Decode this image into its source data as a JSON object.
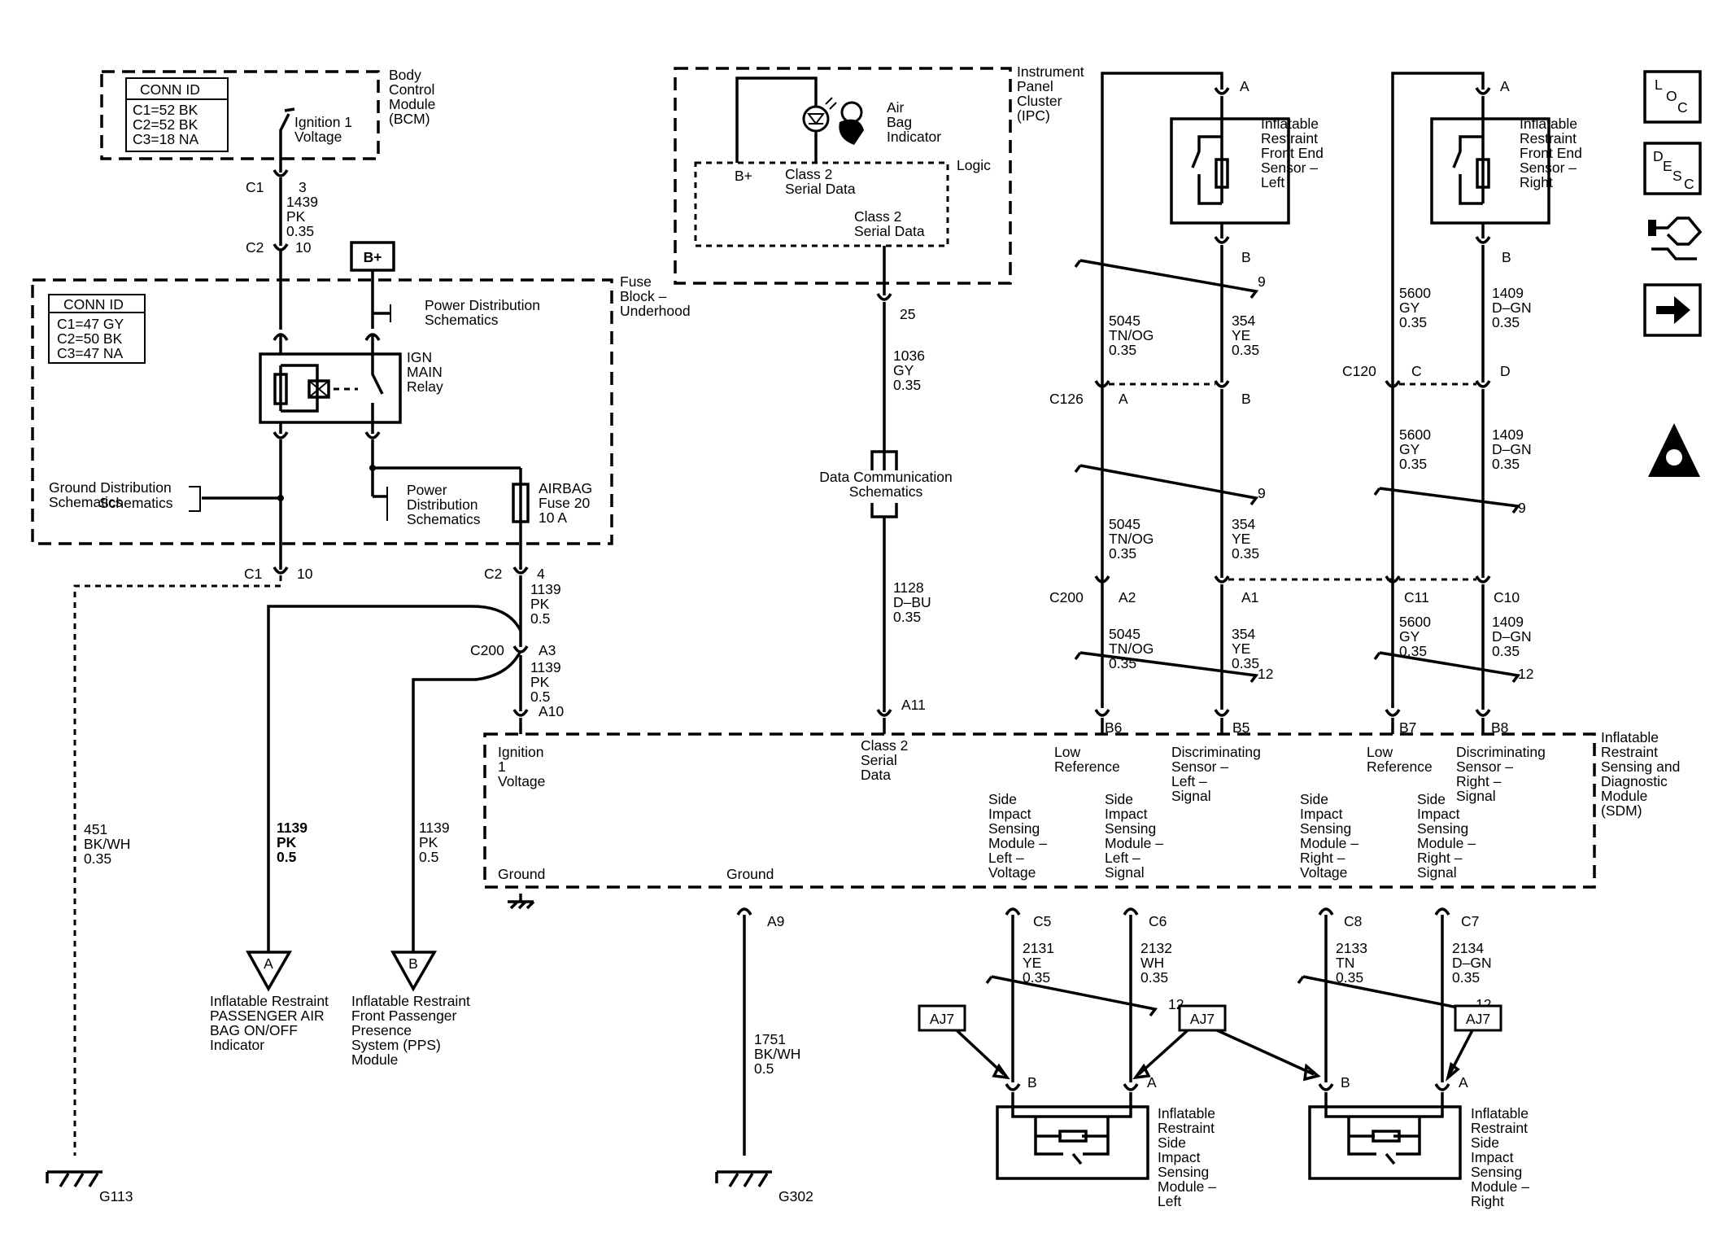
{
  "bcm": {
    "conn_id_title": "CONN ID",
    "conn_ids": [
      "C1=52 BK",
      "C2=52 BK",
      "C3=18 NA"
    ],
    "switch_label": [
      "Ignition 1",
      "Voltage"
    ],
    "module_label": [
      "Body",
      "Control",
      "Module",
      "(BCM)"
    ]
  },
  "bcm_wire": {
    "c1": "C1",
    "c1_pin": "3",
    "circuit": [
      "1439",
      "PK",
      "0.35"
    ],
    "c2": "C2",
    "c2_pin": "10"
  },
  "fuse_block": {
    "label": [
      "Fuse",
      "Block –",
      "Underhood"
    ],
    "conn_id_title": "CONN ID",
    "conn_ids": [
      "C1=47 GY",
      "C2=50 BK",
      "C3=47 NA"
    ],
    "bplus": "B+",
    "power_dist_1": [
      "Power Distribution",
      "Schematics"
    ],
    "relay": [
      "IGN",
      "MAIN",
      "Relay"
    ],
    "ground_dist": [
      "Ground Distribution",
      "Schematics"
    ],
    "power_dist_2": [
      "Power",
      "Distribution",
      "Schematics"
    ],
    "fuse": [
      "AIRBAG",
      "Fuse 20",
      "10 A"
    ],
    "c1": "C1",
    "c1_pin": "10",
    "c2": "C2",
    "c2_pin": "4"
  },
  "left_wires": {
    "f1139_top": [
      "1139",
      "PK",
      "0.5"
    ],
    "c200": "C200",
    "a3": "A3",
    "f1139_mid": [
      "1139",
      "PK",
      "0.5"
    ],
    "a10": "A10",
    "w451": [
      "451",
      "BK/WH",
      "0.35"
    ],
    "w1139_a": [
      "1139",
      "PK",
      "0.5"
    ],
    "w1139_b": [
      "1139",
      "PK",
      "0.5"
    ],
    "cross_a_letter": "A",
    "cross_a_text": [
      "Inflatable Restraint",
      "PASSENGER AIR",
      "BAG ON/OFF",
      "Indicator"
    ],
    "cross_b_letter": "B",
    "cross_b_text": [
      "Inflatable Restraint",
      "Front Passenger",
      "Presence",
      "System (PPS)",
      "Module"
    ],
    "g113": "G113"
  },
  "ipc": {
    "label": [
      "Instrument",
      "Panel",
      "Cluster",
      "(IPC)"
    ],
    "airbag": [
      "Air",
      "Bag",
      "Indicator"
    ],
    "logic": "Logic",
    "bplus": "B+",
    "class2a": [
      "Class 2",
      "Serial Data"
    ],
    "class2b": [
      "Class 2",
      "Serial Data"
    ],
    "pin25": "25",
    "w1036": [
      "1036",
      "GY",
      "0.35"
    ],
    "datacomm": [
      "Data Communication",
      "Schematics"
    ],
    "w1128": [
      "1128",
      "D–BU",
      "0.35"
    ],
    "a11": "A11"
  },
  "front_left": {
    "pin_a": "A",
    "pin_b": "B",
    "sensor": [
      "Inflatable",
      "Restraint",
      "Front End",
      "Sensor –",
      "Left"
    ],
    "twist": "9",
    "w5045": [
      "5045",
      "TN/OG",
      "0.35"
    ],
    "w354": [
      "354",
      "YE",
      "0.35"
    ],
    "c126": "C126",
    "c126_a": "A",
    "c126_b": "B",
    "twist2": "9",
    "w5045b": [
      "5045",
      "TN/OG",
      "0.35"
    ],
    "w354b": [
      "354",
      "YE",
      "0.35"
    ],
    "c200": "C200",
    "a2": "A2",
    "a1": "A1",
    "w5045c": [
      "5045",
      "TN/OG",
      "0.35"
    ],
    "w354c": [
      "354",
      "YE",
      "0.35"
    ],
    "twist3": "12",
    "b6": "B6",
    "b5": "B5"
  },
  "front_right": {
    "pin_a": "A",
    "pin_b": "B",
    "sensor": [
      "Inflatable",
      "Restraint",
      "Front End",
      "Sensor –",
      "Right"
    ],
    "w5600": [
      "5600",
      "GY",
      "0.35"
    ],
    "w1409": [
      "1409",
      "D–GN",
      "0.35"
    ],
    "c120": "C120",
    "c120_c": "C",
    "c120_d": "D",
    "w5600b": [
      "5600",
      "GY",
      "0.35"
    ],
    "w1409b": [
      "1409",
      "D–GN",
      "0.35"
    ],
    "twist2": "9",
    "c11": "C11",
    "c10": "C10",
    "w5600c": [
      "5600",
      "GY",
      "0.35"
    ],
    "w1409c": [
      "1409",
      "D–GN",
      "0.35"
    ],
    "twist3": "12",
    "b7": "B7",
    "b8": "B8"
  },
  "sdm": {
    "label": [
      "Inflatable",
      "Restraint",
      "Sensing and",
      "Diagnostic",
      "Module",
      "(SDM)"
    ],
    "ign": [
      "Ignition",
      "1",
      "Voltage"
    ],
    "class2": [
      "Class 2",
      "Serial",
      "Data"
    ],
    "low_ref_l": [
      "Low",
      "Reference"
    ],
    "disc_l": [
      "Discriminating",
      "Sensor –",
      "Left –",
      "Signal"
    ],
    "low_ref_r": [
      "Low",
      "Reference"
    ],
    "disc_r": [
      "Discriminating",
      "Sensor –",
      "Right –",
      "Signal"
    ],
    "side_l_v": [
      "Side",
      "Impact",
      "Sensing",
      "Module –",
      "Left –",
      "Voltage"
    ],
    "side_l_s": [
      "Side",
      "Impact",
      "Sensing",
      "Module –",
      "Left –",
      "Signal"
    ],
    "side_r_v": [
      "Side",
      "Impact",
      "Sensing",
      "Module –",
      "Right –",
      "Voltage"
    ],
    "side_r_s": [
      "Side",
      "Impact",
      "Sensing",
      "Module –",
      "Right –",
      "Signal"
    ],
    "ground1": "Ground",
    "ground2": "Ground"
  },
  "bottom": {
    "a9": "A9",
    "w1751": [
      "1751",
      "BK/WH",
      "0.5"
    ],
    "g302": "G302",
    "c5": "C5",
    "c6": "C6",
    "c8": "C8",
    "c7": "C7",
    "w2131": [
      "2131",
      "YE",
      "0.35"
    ],
    "w2132": [
      "2132",
      "WH",
      "0.35"
    ],
    "w2133": [
      "2133",
      "TN",
      "0.35"
    ],
    "w2134": [
      "2134",
      "D–GN",
      "0.35"
    ],
    "twist_l": "12",
    "twist_r": "12",
    "aj7_1": "AJ7",
    "aj7_2": "AJ7",
    "aj7_3": "AJ7",
    "sl_b": "B",
    "sl_a": "A",
    "sr_b": "B",
    "sr_a": "A",
    "side_l": [
      "Inflatable",
      "Restraint",
      "Side",
      "Impact",
      "Sensing",
      "Module –",
      "Left"
    ],
    "side_r": [
      "Inflatable",
      "Restraint",
      "Side",
      "Impact",
      "Sensing",
      "Module –",
      "Right"
    ]
  },
  "icons": {
    "loc": "L O C",
    "desc": "D E S C",
    "l1": "L",
    "l2": "O",
    "l3": "C",
    "d1": "D",
    "d2": "E",
    "d3": "S",
    "d4": "C"
  }
}
